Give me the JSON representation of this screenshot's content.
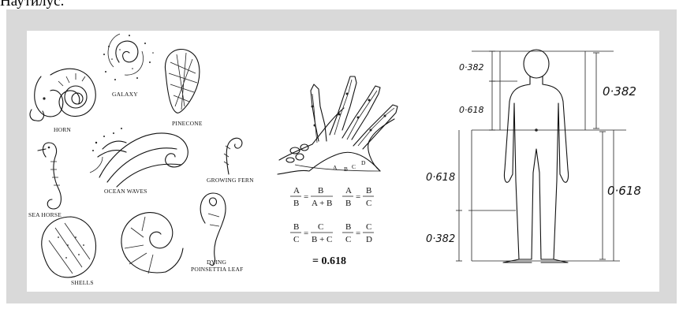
{
  "caption": "Наутилус.",
  "nature": {
    "horn": "HORN",
    "galaxy": "GALAXY",
    "pinecone": "PINECONE",
    "ocean_waves": "OCEAN WAVES",
    "growing_fern": "GROWING FERN",
    "sea_horse": "SEA HORSE",
    "shells": "SHELLS",
    "dying_poinsettia_leaf": [
      "DYING",
      "POINSETTIA LEAF"
    ]
  },
  "hand": {
    "letters": [
      "A",
      "B",
      "C",
      "D"
    ],
    "formulas": [
      {
        "lhs_num": "A",
        "lhs_den": "B",
        "rhs_num": "B",
        "rhs_den": "A + B"
      },
      {
        "lhs_num": "A",
        "lhs_den": "B",
        "rhs_num": "B",
        "rhs_den": "C"
      },
      {
        "lhs_num": "B",
        "lhs_den": "C",
        "rhs_num": "C",
        "rhs_den": "B + C"
      },
      {
        "lhs_num": "B",
        "lhs_den": "C",
        "rhs_num": "C",
        "rhs_den": "D"
      }
    ],
    "result": "= 0.618"
  },
  "body": {
    "left_labels": [
      "0·382",
      "0·618",
      "0·618",
      "0·382"
    ],
    "right_labels": [
      "0·382",
      "0·618"
    ]
  }
}
